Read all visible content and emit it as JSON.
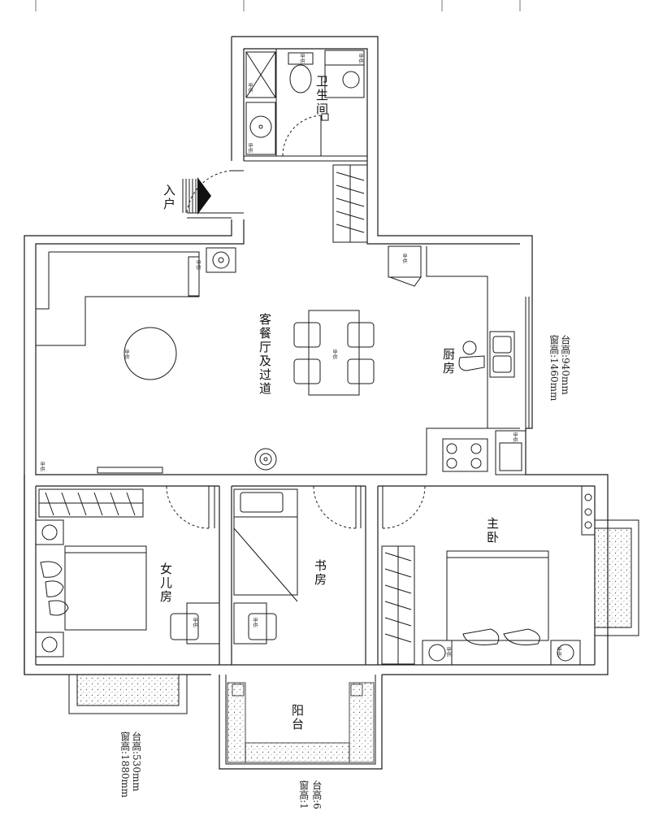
{
  "rooms": {
    "bathroom": "卫生间",
    "entry": "入户",
    "living": "客餐厅及过道",
    "kitchen": "厨房",
    "daughter": "女儿房",
    "study": "书房",
    "master": "主卧",
    "balcony": "阳台"
  },
  "notes": {
    "kitchen_sill": "台高:940mm",
    "kitchen_window": "窗高:1460mm",
    "daughter_sill": "台高:530mm",
    "daughter_window": "窗高:1880mm",
    "balcony_sill": "台高:6",
    "balcony_window": "窗高:1"
  },
  "fixture_tag": "甲供",
  "colors": {
    "line": "#1a1a1a",
    "background": "#ffffff",
    "hatch": "#555555"
  }
}
